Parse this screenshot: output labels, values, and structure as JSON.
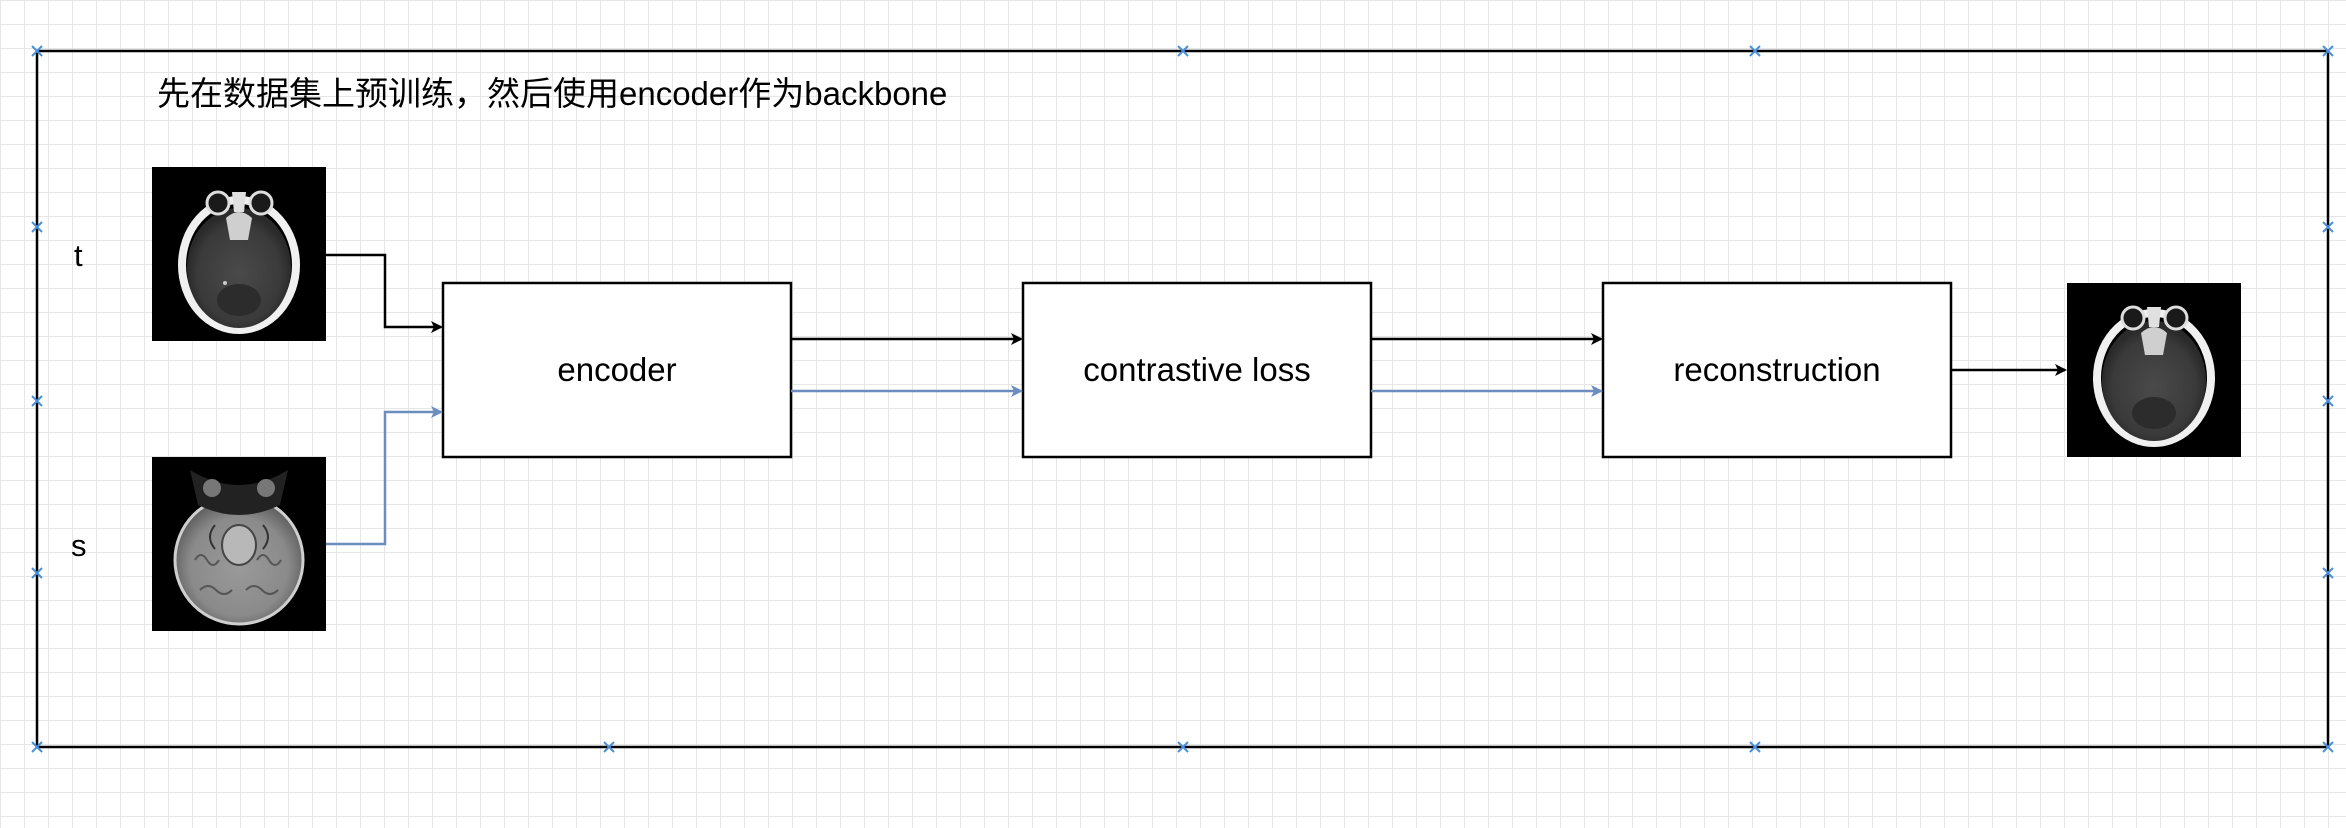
{
  "title": "先在数据集上预训练，然后使用encoder作为backbone",
  "inputs": [
    {
      "label": "t",
      "image": "ct-brain-scan"
    },
    {
      "label": "s",
      "image": "mri-brain-scan"
    }
  ],
  "blocks": [
    {
      "label": "encoder"
    },
    {
      "label": "contrastive loss"
    },
    {
      "label": "reconstruction"
    }
  ],
  "output": {
    "image": "ct-brain-scan"
  },
  "colors": {
    "path_t": "#000000",
    "path_s": "#6c8ebf",
    "selection_handle": "#4a90d9"
  }
}
